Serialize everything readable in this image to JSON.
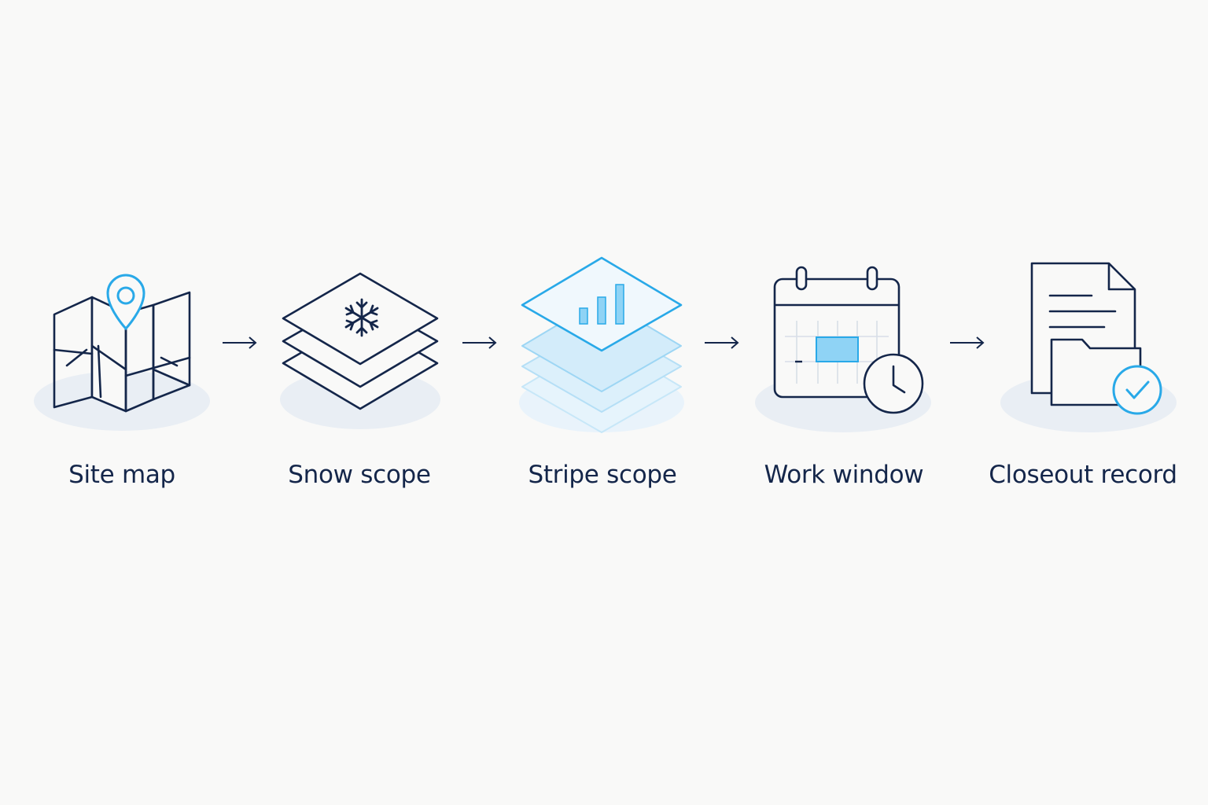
{
  "colors": {
    "ink": "#14264a",
    "accent": "#29a9e8",
    "accent_fill": "#8fd3f5",
    "shadow": "#e9eef4",
    "background": "#f9f9f8"
  },
  "steps": [
    {
      "label": "Site map",
      "icon": "folded-map-with-location-pin-icon"
    },
    {
      "label": "Snow scope",
      "icon": "stacked-layers-with-snowflake-icon"
    },
    {
      "label": "Stripe scope",
      "icon": "stacked-layers-with-bar-chart-icon"
    },
    {
      "label": "Work window",
      "icon": "calendar-with-clock-icon"
    },
    {
      "label": "Closeout record",
      "icon": "document-with-folder-check-icon"
    }
  ],
  "connector_icon": "right-arrow-icon"
}
